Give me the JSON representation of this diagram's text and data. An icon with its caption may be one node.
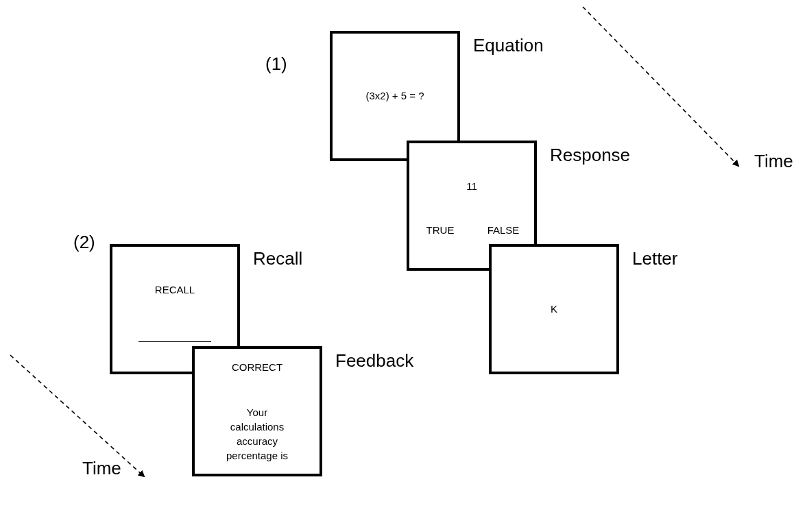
{
  "diagram": {
    "nodes": [
      {
        "text": [
          "(3x2) + 5 = ?"
        ],
        "beside": [
          "Equation"
        ]
      },
      {
        "text": [
          "11",
          "TRUE",
          "FALSE"
        ],
        "beside": [
          "Response"
        ]
      },
      {
        "text": [
          "K"
        ],
        "beside": [
          "Letter"
        ]
      },
      {
        "text": [
          "RECALL"
        ],
        "beside": [
          "Recall"
        ]
      },
      {
        "text": [
          "CORRECT",
          "Your calculations accuracy percentage is"
        ],
        "beside": [
          "Feedback"
        ]
      }
    ],
    "labels": [
      "(1)",
      "(2)",
      "Time",
      "Time"
    ]
  }
}
